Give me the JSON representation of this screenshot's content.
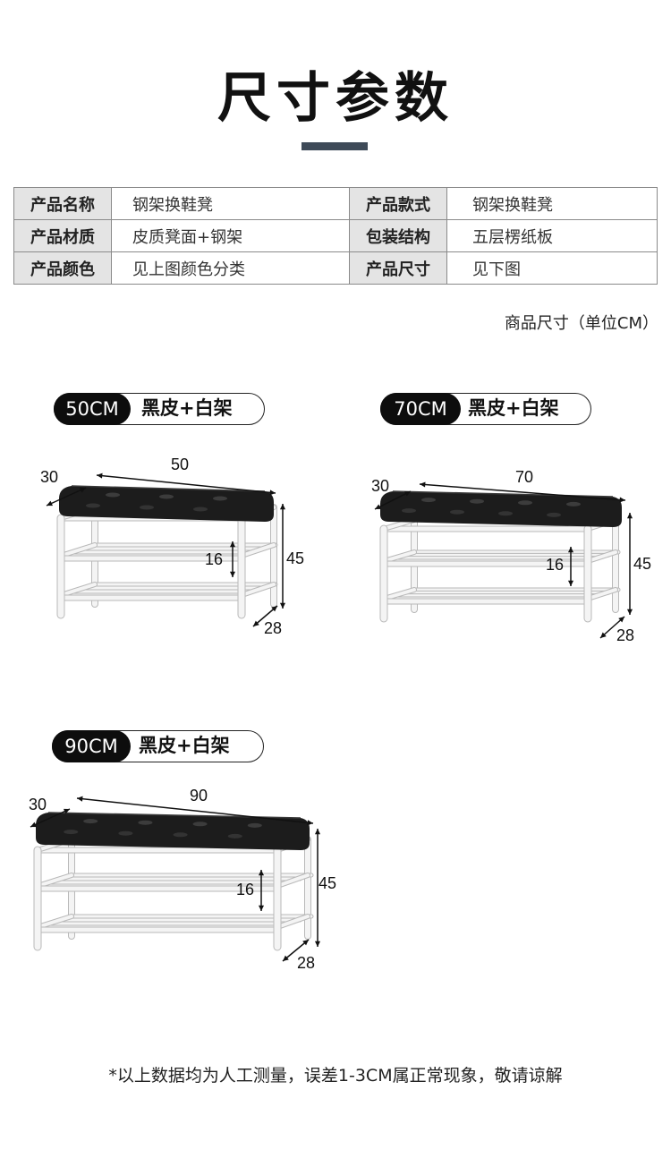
{
  "title": "尺寸参数",
  "spec": [
    {
      "l1": "产品名称",
      "v1": "钢架换鞋凳",
      "l2": "产品款式",
      "v2": "钢架换鞋凳"
    },
    {
      "l1": "产品材质",
      "v1": "皮质凳面+钢架",
      "l2": "包装结构",
      "v2": "五层楞纸板"
    },
    {
      "l1": "产品颜色",
      "v1": "见上图颜色分类",
      "l2": "产品尺寸",
      "v2": "见下图"
    }
  ],
  "unit_note": "商品尺寸（单位CM）",
  "variants": [
    {
      "size": "50CM",
      "color": "黑皮+白架",
      "depth": "30",
      "width": "50",
      "shelf": "16",
      "height": "45",
      "shelf_depth": "28"
    },
    {
      "size": "70CM",
      "color": "黑皮+白架",
      "depth": "30",
      "width": "70",
      "shelf": "16",
      "height": "45",
      "shelf_depth": "28"
    },
    {
      "size": "90CM",
      "color": "黑皮+白架",
      "depth": "30",
      "width": "90",
      "shelf": "16",
      "height": "45",
      "shelf_depth": "28"
    }
  ],
  "footnote": "*以上数据均为人工测量，误差1-3CM属正常现象，敬请谅解",
  "colors": {
    "seat": "#1c1c1c",
    "frame": "#f4f4f4",
    "frame_edge": "#b9b9b9",
    "title_bar": "#3e4a58"
  }
}
